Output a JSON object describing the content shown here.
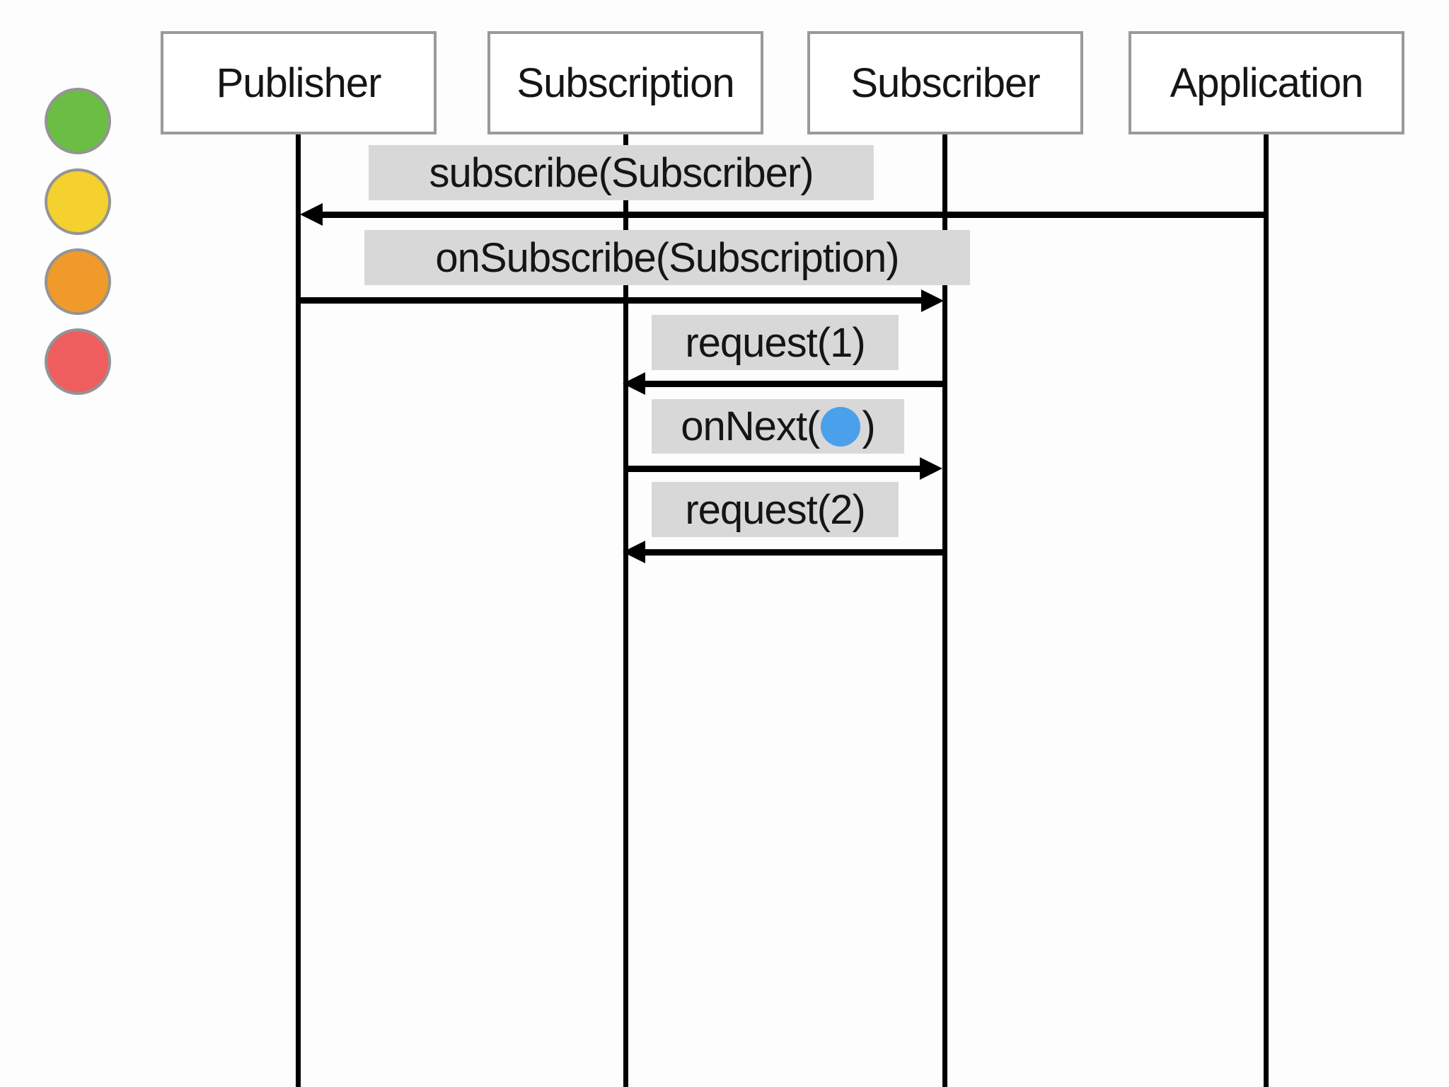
{
  "diagram": {
    "type": "sequence-diagram",
    "actors": [
      {
        "id": "publisher",
        "label": "Publisher"
      },
      {
        "id": "subscription",
        "label": "Subscription"
      },
      {
        "id": "subscriber",
        "label": "Subscriber"
      },
      {
        "id": "application",
        "label": "Application"
      }
    ],
    "messages": [
      {
        "id": "subscribe",
        "label": "subscribe(Subscriber)",
        "from": "Application",
        "to": "Publisher",
        "direction": "left"
      },
      {
        "id": "onsubscribe",
        "label": "onSubscribe(Subscription)",
        "from": "Publisher",
        "to": "Subscriber",
        "direction": "right"
      },
      {
        "id": "request1",
        "label": "request(1)",
        "from": "Subscriber",
        "to": "Subscription",
        "direction": "left"
      },
      {
        "id": "onnext",
        "label_prefix": "onNext(",
        "label_suffix": ")",
        "has_item_dot": true,
        "from": "Subscription",
        "to": "Subscriber",
        "direction": "right"
      },
      {
        "id": "request2",
        "label": "request(2)",
        "from": "Subscriber",
        "to": "Subscription",
        "direction": "left"
      }
    ]
  },
  "legend_dots": [
    {
      "name": "green",
      "color": "#6bbe44"
    },
    {
      "name": "yellow",
      "color": "#f4d12e"
    },
    {
      "name": "orange",
      "color": "#f19a2c"
    },
    {
      "name": "red",
      "color": "#ee5e5e"
    }
  ],
  "colors": {
    "label_bg": "#d8d8d8",
    "onnext_item_dot": "#4aa0eb",
    "box_border": "#9a9a9a",
    "legend_dot_border": "#949494",
    "line": "#000000",
    "background": "#fdfdfd",
    "text": "#151515"
  }
}
